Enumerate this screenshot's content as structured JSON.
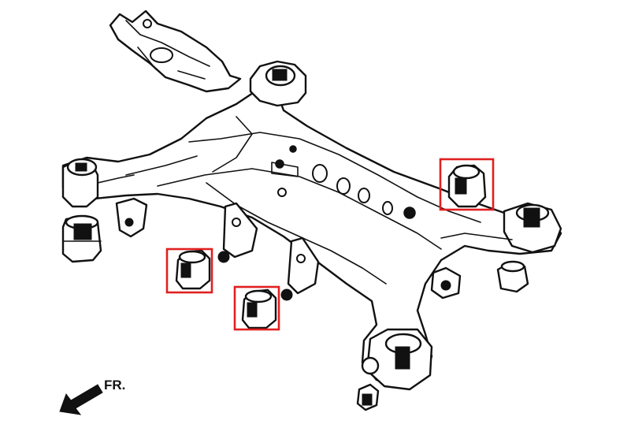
{
  "direction_label": "FR.",
  "colors": {
    "highlight": "#e02020",
    "line": "#111111",
    "background": "#ffffff"
  },
  "highlighted_parts": [
    {
      "name": "bushing-right-arm"
    },
    {
      "name": "bushing-left-front"
    },
    {
      "name": "bushing-left-center"
    }
  ]
}
